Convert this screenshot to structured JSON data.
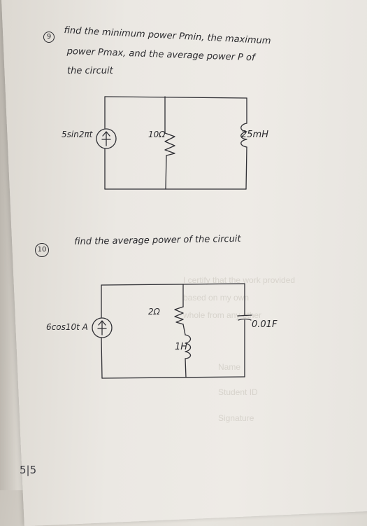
{
  "problem9": {
    "number": "9",
    "line1": "find the minimum power Pmin, the maximum",
    "line2": "power Pmax, and the average power P of",
    "line3": "the circuit",
    "source_label": "5sin2πt",
    "resistor_label": "10Ω",
    "inductor_label": "25mH"
  },
  "problem10": {
    "number": "10",
    "instruction": "find the average power of the circuit",
    "source_label": "6cos10t A",
    "resistor_label": "2Ω",
    "inductor_label": "1H",
    "capacitor_label": "0.01F"
  },
  "page_number": "5|5",
  "bleed_through": {
    "line1": "I certify that the work provided",
    "line2": "based on my own",
    "line3": "whole from any other",
    "name": "Name",
    "student_id": "Student ID",
    "signature": "Signature"
  }
}
